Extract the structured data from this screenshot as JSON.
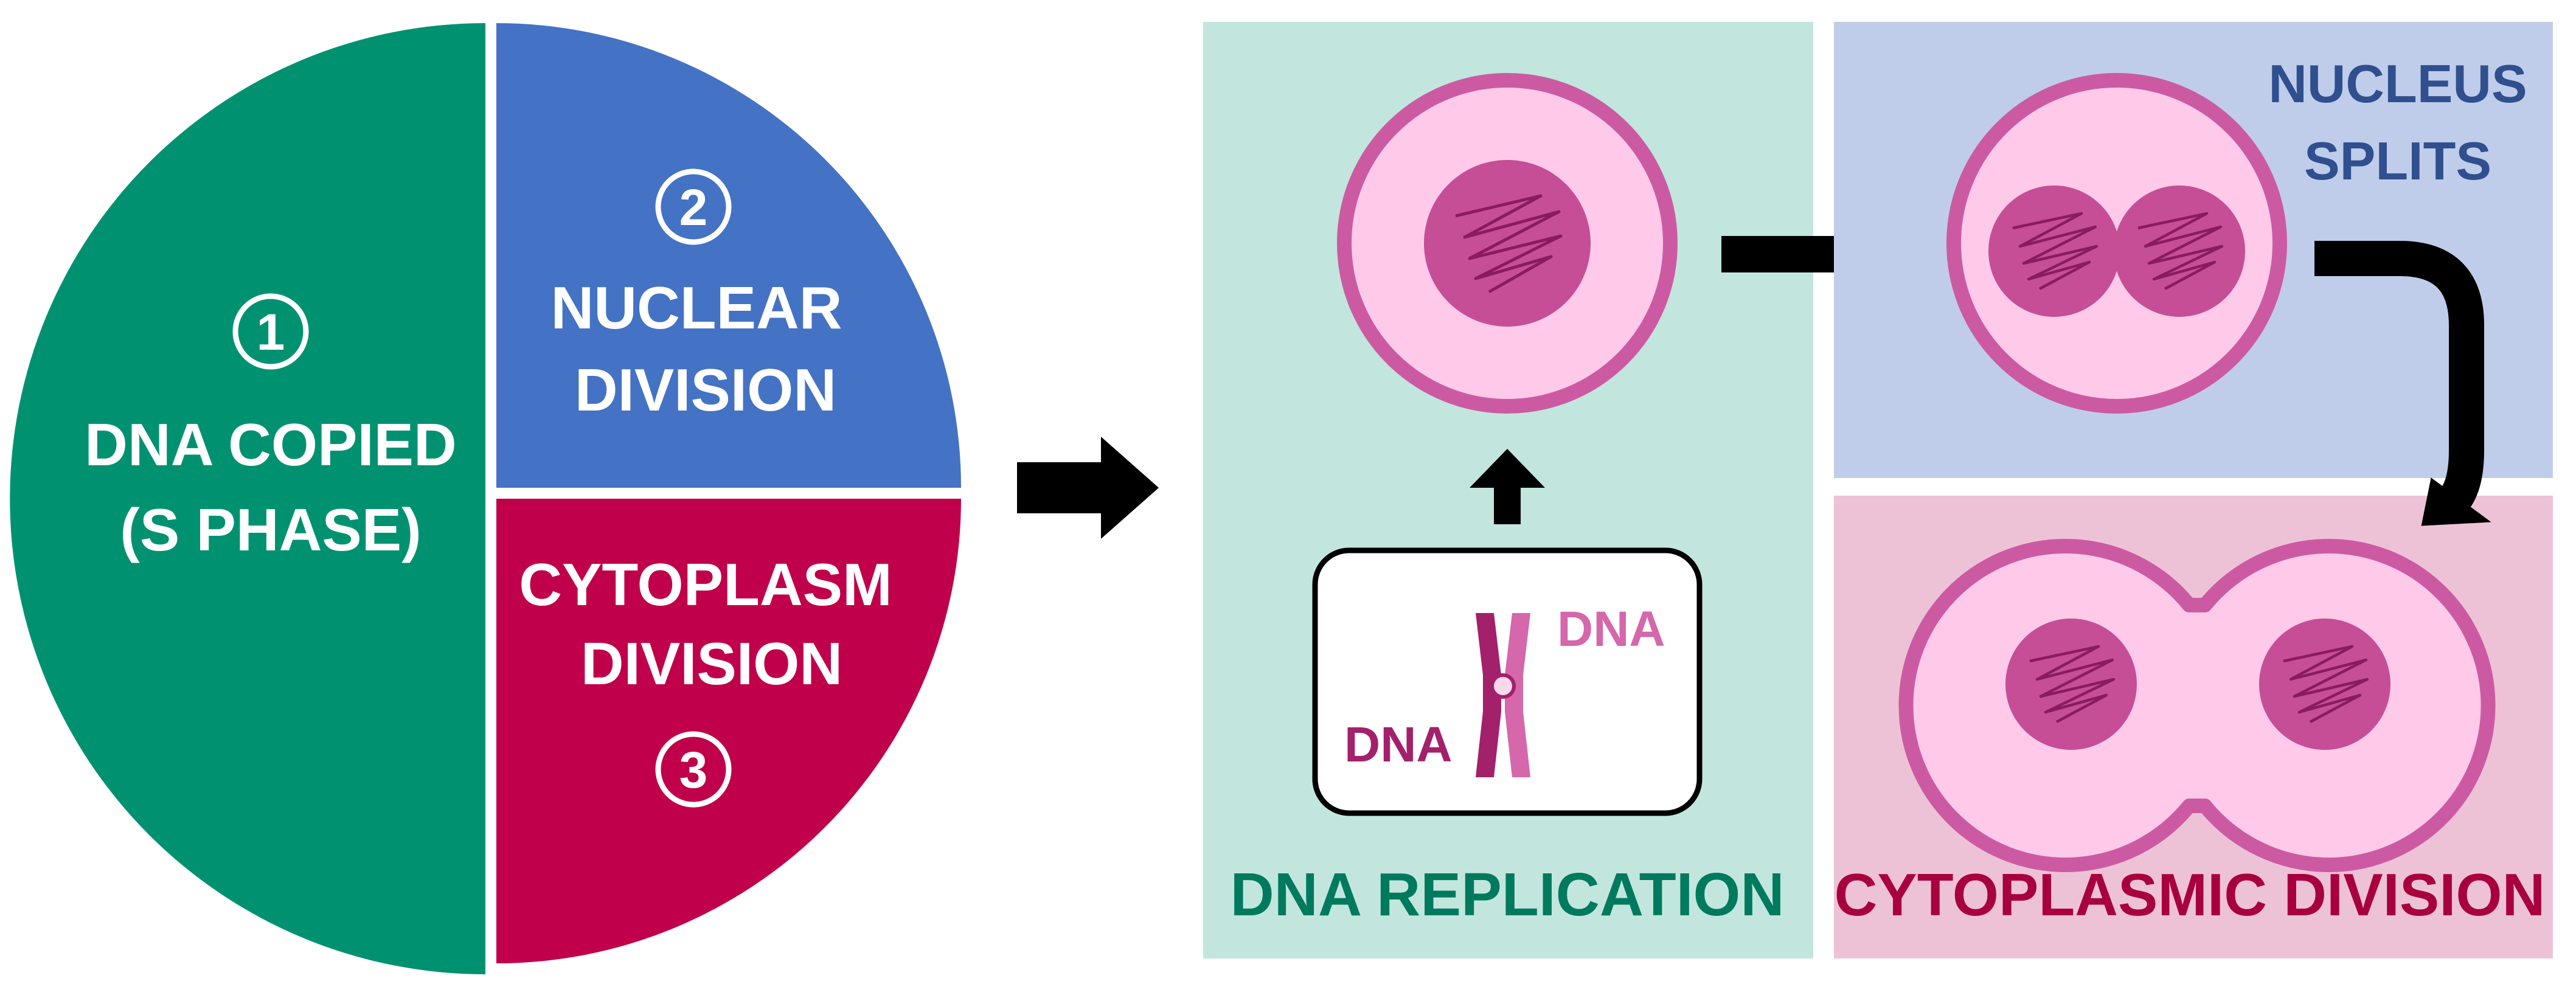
{
  "cycle_pie": {
    "segments": [
      {
        "number": "1",
        "line1": "DNA COPIED",
        "line2": "(S PHASE)",
        "color": "#009270"
      },
      {
        "number": "2",
        "line1": "NUCLEAR",
        "line2": "DIVISION",
        "color": "#4472C4"
      },
      {
        "number": "3",
        "line1": "CYTOPLASM",
        "line2": "DIVISION",
        "color": "#C0004A"
      }
    ]
  },
  "panels": {
    "replication": {
      "label": "DNA REPLICATION",
      "bg": "#C2E6DD",
      "label_color": "#007A5E"
    },
    "nucleus": {
      "label_line1": "NUCLEUS",
      "label_line2": "SPLITS",
      "bg": "#BFCDEA",
      "label_color": "#2F4F8F"
    },
    "cytoplasmic": {
      "label": "CYTOPLASMIC DIVISION",
      "bg": "#EEC2D6",
      "label_color": "#A8003F"
    }
  },
  "chromosome_box": {
    "label_top": "DNA",
    "label_bottom": "DNA"
  },
  "colors": {
    "cell_membrane": "#CC5AA3",
    "cytoplasm": "#FFCAE9",
    "nucleus": "#C54E96",
    "dna_squiggle": "#8A1B5F",
    "chromatid_dark": "#A3206B",
    "chromatid_light": "#D567AB",
    "arrow": "#000000"
  }
}
